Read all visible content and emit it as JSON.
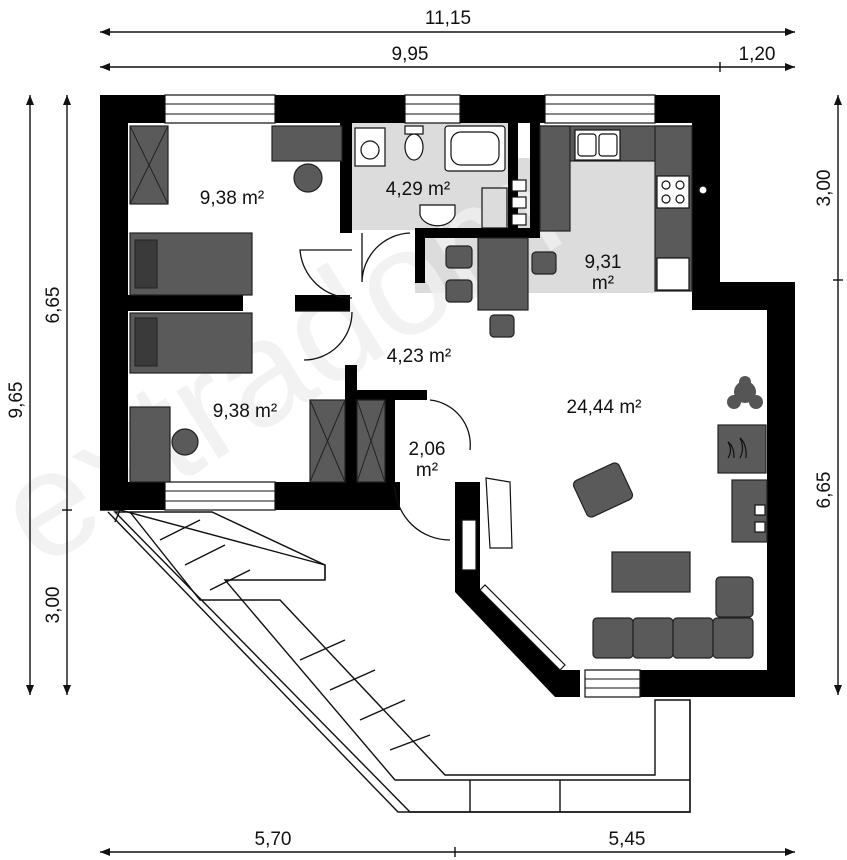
{
  "dimensions": {
    "top_total": "11,15",
    "top_main": "9,95",
    "top_right": "1,20",
    "left_total": "9,65",
    "left_upper": "6,65",
    "left_lower": "3,00",
    "right_upper": "3,00",
    "right_lower": "6,65",
    "bottom_left": "5,70",
    "bottom_right": "5,45"
  },
  "rooms": [
    {
      "id": "bedroom-top",
      "area": "9,38 m²"
    },
    {
      "id": "bathroom",
      "area": "4,29 m²"
    },
    {
      "id": "kitchen",
      "area_line1": "9,31",
      "area_line2": "m²"
    },
    {
      "id": "hall",
      "area": "4,23 m²"
    },
    {
      "id": "bedroom-bottom",
      "area": "9,38 m²"
    },
    {
      "id": "storage",
      "area_line1": "2,06",
      "area_line2": "m²"
    },
    {
      "id": "living-room",
      "area": "24,44 m²"
    }
  ],
  "watermark": "extradom",
  "colors": {
    "wall": "#000000",
    "furniture": "#5a5a5a",
    "wet_floor": "#dcdcdc",
    "line": "#111111"
  }
}
